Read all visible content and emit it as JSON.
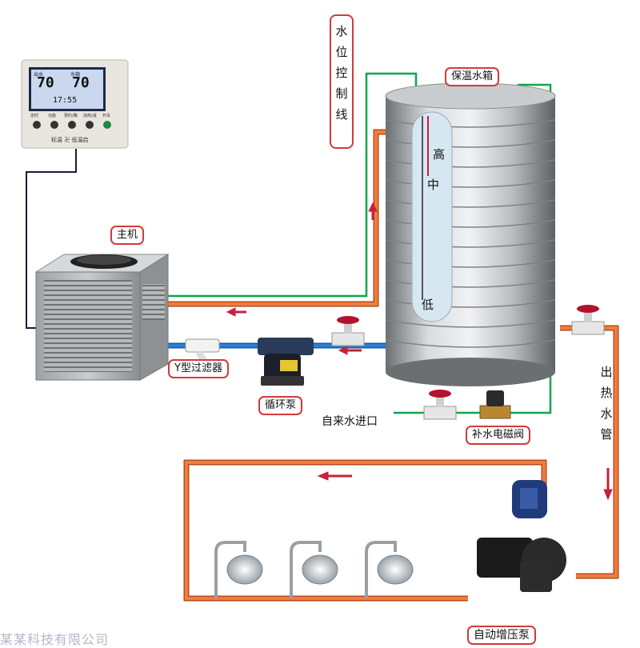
{
  "labels": {
    "level_wire": "水位控制线",
    "tank": "保温水箱",
    "main_unit": "主机",
    "y_filter": "Y型过滤器",
    "circ_pump": "循环泵",
    "inlet": "自来水进口",
    "solenoid": "补水电磁阀",
    "hot_out": "出热水管",
    "boost_pump": "自动增压泵",
    "level_high": "高",
    "level_mid": "中",
    "level_low": "低"
  },
  "controller": {
    "temp_left": "70",
    "temp_right": "70",
    "time": "17:55",
    "unit_left": "出水",
    "unit_right": "水箱",
    "buttons": [
      "定时",
      "功能",
      "预约/确",
      "加热/减",
      "开关"
    ],
    "bottom_text": "标温 卍 低温启"
  },
  "footer": "某某科技有限公司",
  "colors": {
    "hot_pipe": "#f07d3c",
    "hot_pipe_dark": "#b84a1c",
    "cold_pipe": "#2a7fd4",
    "signal_wire": "#0aa64a",
    "arrow": "#c3213b",
    "label_border": "#d23a3a"
  }
}
